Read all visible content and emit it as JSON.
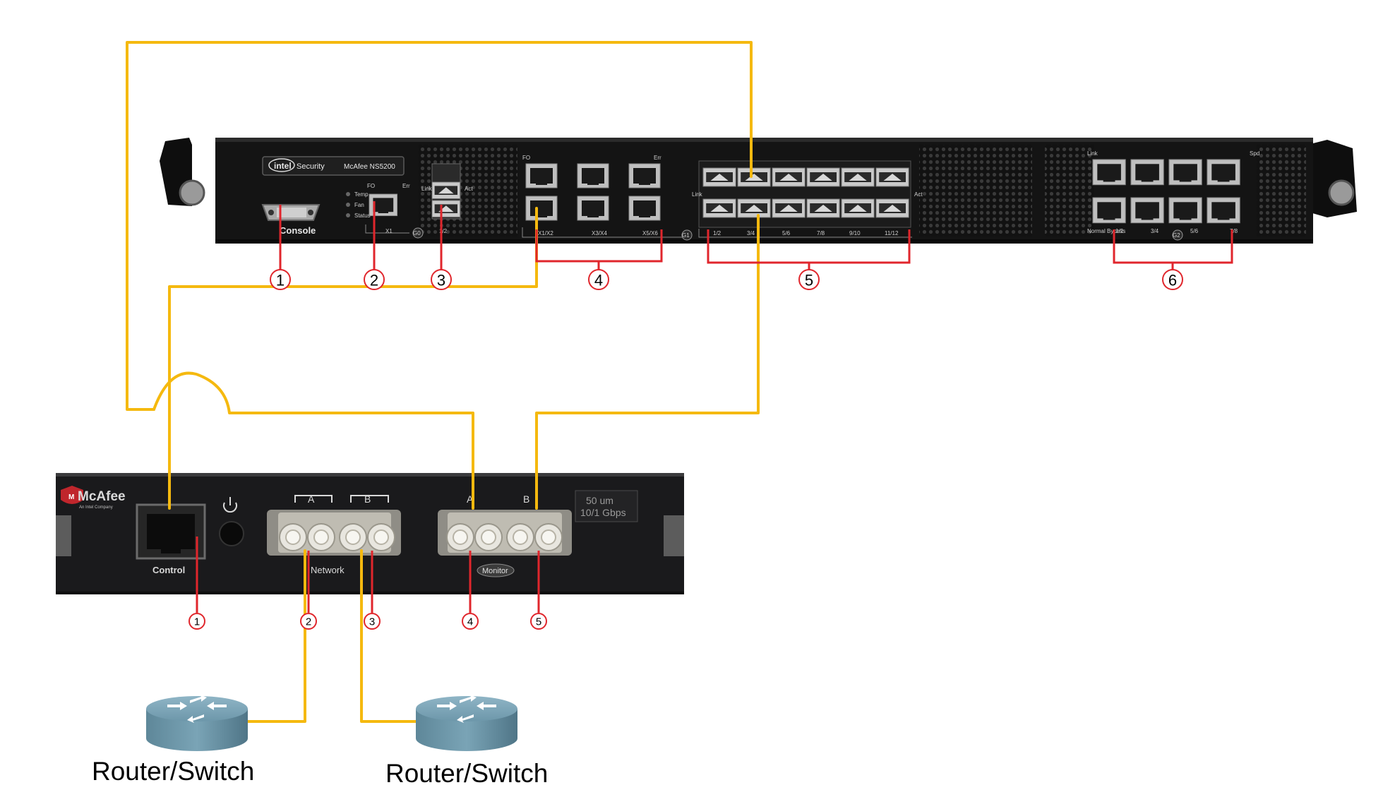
{
  "main_device": {
    "brand_intel": "intel",
    "brand_security": "Security",
    "model": "McAfee NS5200",
    "console_label": "Console",
    "led_labels": [
      "Temp",
      "Fan",
      "Status"
    ],
    "x1_label": "X1",
    "fo_label": "FO",
    "err_label": "Err",
    "link_label": "Link",
    "act_label": "Act",
    "spd_label": "Spd",
    "g0_badge": "G0",
    "g1_badge": "G1",
    "g2_badge": "G2",
    "sfp_small_label": "1/2",
    "rj45_port_labels": [
      "X1/X2",
      "X3/X4",
      "X5/X6"
    ],
    "sfp_port_labels": [
      "1/2",
      "3/4",
      "5/6",
      "7/8",
      "9/10",
      "11/12"
    ],
    "bypass_port_labels": [
      "1/2",
      "3/4",
      "5/6",
      "7/8"
    ],
    "normal_bypass_label": "Normal Bypass"
  },
  "bypass_module": {
    "brand": "McAfee",
    "brand_sub": "An Intel Company",
    "control_label": "Control",
    "network_label": "Network",
    "monitor_label": "Monitor",
    "group_a": "A",
    "group_b": "B",
    "spec_line1": "50 um",
    "spec_line2": "10/1 Gbps"
  },
  "callouts_top": [
    "1",
    "2",
    "3",
    "4",
    "5",
    "6"
  ],
  "callouts_bottom": [
    "1",
    "2",
    "3",
    "4",
    "5"
  ],
  "routers": [
    {
      "label": "Router/Switch"
    },
    {
      "label": "Router/Switch"
    }
  ],
  "colors": {
    "cable": "#f5b90f",
    "callout_line": "#e0262c",
    "chassis": "#141414",
    "router": "#6d97aa"
  }
}
